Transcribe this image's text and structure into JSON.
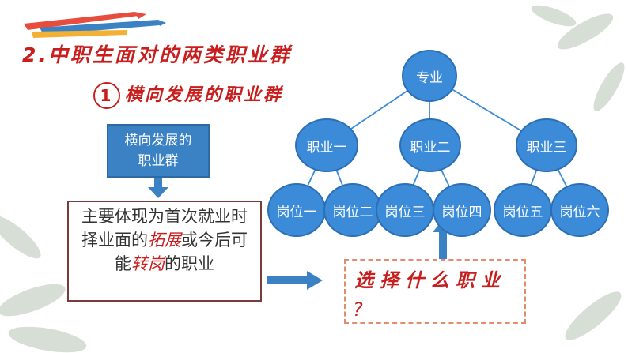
{
  "title": "2.中职生面对的两类职业群",
  "subtitle_num": "1",
  "subtitle": "横向发展的职业群",
  "box_label_line1": "横向发展的",
  "box_label_line2": "职业群",
  "desc": {
    "part1": "主要体现为首次就业时择业面的",
    "em1": "拓展",
    "part2": "或今后可能",
    "em2": "转岗",
    "part3": "的职业"
  },
  "question": "选择什么职业",
  "question_mark": "?",
  "tree": {
    "root": "专业",
    "careers": [
      "职业一",
      "职业二",
      "职业三"
    ],
    "posts": [
      "岗位一",
      "岗位二",
      "岗位三",
      "岗位四",
      "岗位五",
      "岗位六"
    ]
  },
  "colors": {
    "accent": "#c81e1e",
    "node": "#3b8bd9",
    "box": "#3b82c4"
  }
}
